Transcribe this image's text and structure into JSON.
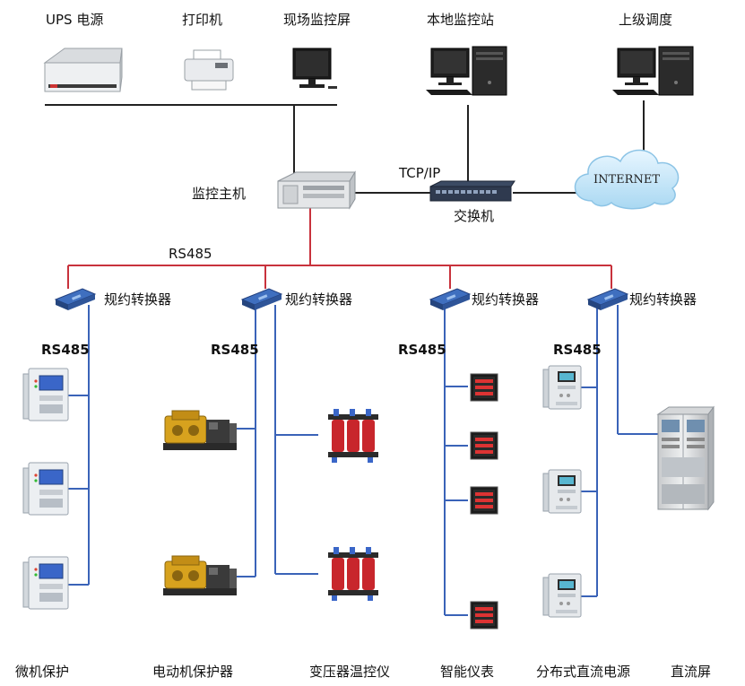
{
  "top_devices": {
    "ups": "UPS 电源",
    "printer": "打印机",
    "monitor_screen": "现场监控屏",
    "local_station": "本地监控站",
    "dispatch": "上级调度"
  },
  "network": {
    "monitor_host": "监控主机",
    "tcpip": "TCP/IP",
    "switch": "交换机",
    "internet": "INTERNET",
    "rs485_bus": "RS485"
  },
  "converters": {
    "c1": "规约转换器",
    "c2": "规约转换器",
    "c3": "规约转换器",
    "c4": "规约转换器"
  },
  "rs485_labels": {
    "r1": "RS485",
    "r2": "RS485",
    "r3": "RS485",
    "r4": "RS485"
  },
  "bottom_labels": {
    "micro_protection": "微机保护",
    "motor_protector": "电动机保护器",
    "transformer_temp": "变压器温控仪",
    "smart_meter": "智能仪表",
    "dc_power": "分布式直流电源",
    "dc_panel": "直流屏"
  },
  "colors": {
    "rs485_line": "#c8323c",
    "field_line": "#3a63b8",
    "network_line": "#222222"
  }
}
